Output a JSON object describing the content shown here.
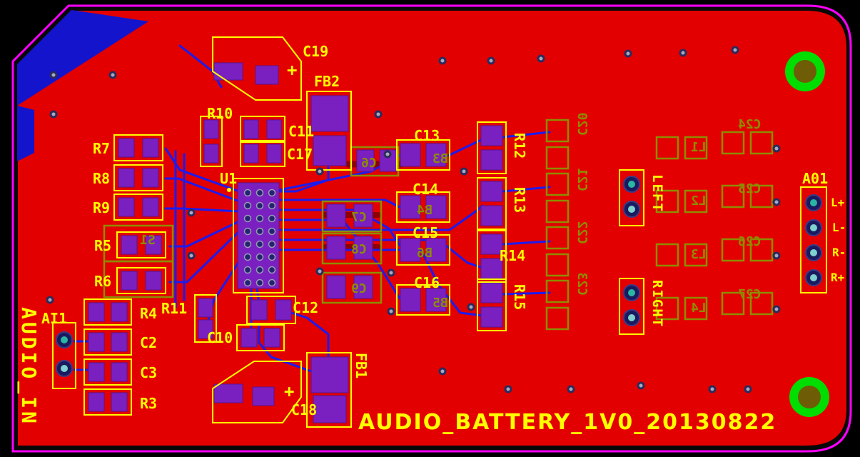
{
  "title": "AUDIO_BATTERY_1V0_20130822",
  "labels": {
    "C19": "C19",
    "FB2": "FB2",
    "R10": "R10",
    "C11": "C11",
    "C17": "C17",
    "R7": "R7",
    "R8": "R8",
    "R9": "R9",
    "U1": "U1",
    "R5": "R5",
    "R6": "R6",
    "C13": "C13",
    "C14": "C14",
    "C15": "C15",
    "C16": "C16",
    "R12": "R12",
    "R13": "R13",
    "R14": "R14",
    "R15": "R15",
    "AI1": "AI1",
    "AUDIO_IN": "AUDIO_IN",
    "R4": "R4",
    "R11": "R11",
    "C12": "C12",
    "C2": "C2",
    "C10": "C10",
    "C3": "C3",
    "R3": "R3",
    "FB1": "FB1",
    "C18": "C18",
    "plus_top": "+",
    "plus_bottom": "+",
    "LEFT": "LEFT",
    "RIGHT": "RIGHT",
    "A01": "A01",
    "L_plus": "L+",
    "L_minus": "L-",
    "R_minus": "R-",
    "R_plus": "R+"
  },
  "mirrored": {
    "C6": "C6",
    "C7": "C7",
    "C8": "C8",
    "C9": "C9",
    "B3": "B3",
    "B4": "B4",
    "B5": "B5",
    "B6": "B6",
    "S1": "S1",
    "C20": "C20",
    "C21": "C21",
    "C22": "C22",
    "C23": "C23",
    "L1": "L1",
    "L2": "L2",
    "L3": "L3",
    "L4": "L4",
    "C24": "C24",
    "C25": "C25",
    "C26": "C26",
    "C27": "C27"
  },
  "colors": {
    "board_copper": "#e30000",
    "board_outline": "#ff00ff",
    "silkscreen_top": "#ffff00",
    "silkscreen_bottom": "#8d8d00",
    "bottom_trace": "#1b1bf0",
    "pad": "#7a20c0",
    "hole_ring": "#00dd00",
    "hole_center": "#6e5c06",
    "pad_hole_teal": "#2ab5a5",
    "background": "#000000"
  }
}
